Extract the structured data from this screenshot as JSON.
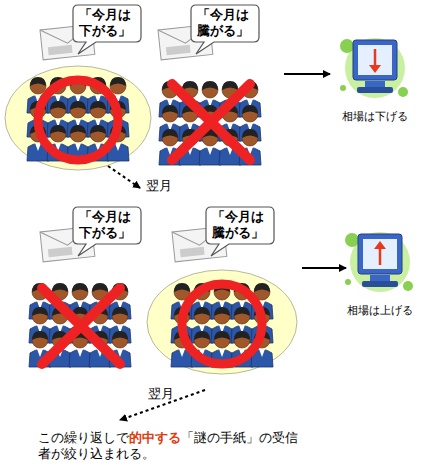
{
  "diagram": {
    "nodes": [
      {
        "text": [
          "「今月は下がる」"
        ]
      },
      {
        "text": [
          "「今月は騰がる」"
        ]
      },
      {
        "text": [
          "相場は下げる"
        ]
      },
      {
        "text": [
          "「今月は下がる」"
        ]
      },
      {
        "text": [
          "「今月は騰がる」"
        ]
      },
      {
        "text": [
          "相場は上げる"
        ]
      }
    ],
    "labels": [
      "翌月",
      "翌月",
      "この繰り返しで",
      "的中する",
      "「謎の手紙」の受信者が絞り込まれる。"
    ]
  }
}
